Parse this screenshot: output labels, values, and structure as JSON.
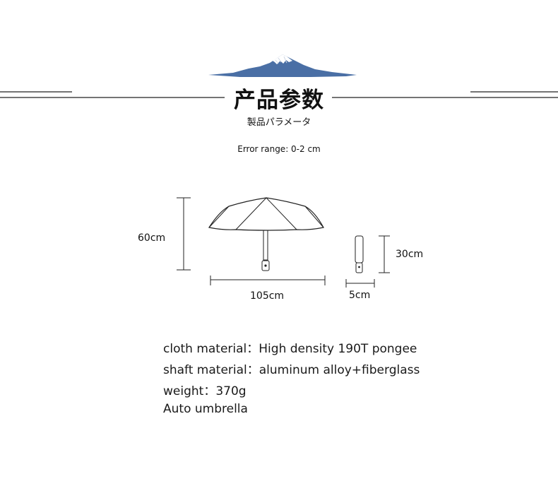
{
  "header": {
    "title_zh": "产品参数",
    "title_jp": "製品パラメータ"
  },
  "note": "Error range: 0-2 cm",
  "dimensions": {
    "open_height": "60cm",
    "open_width": "105cm",
    "folded_length": "30cm",
    "folded_width": "5cm"
  },
  "specs": [
    "cloth material：High density 190T pongee",
    "shaft material：aluminum alloy+fiberglass",
    "weight：370g",
    "Auto umbrella"
  ],
  "colors": {
    "mountain": "#4a6fa5",
    "text": "#111111",
    "line": "#222222"
  }
}
